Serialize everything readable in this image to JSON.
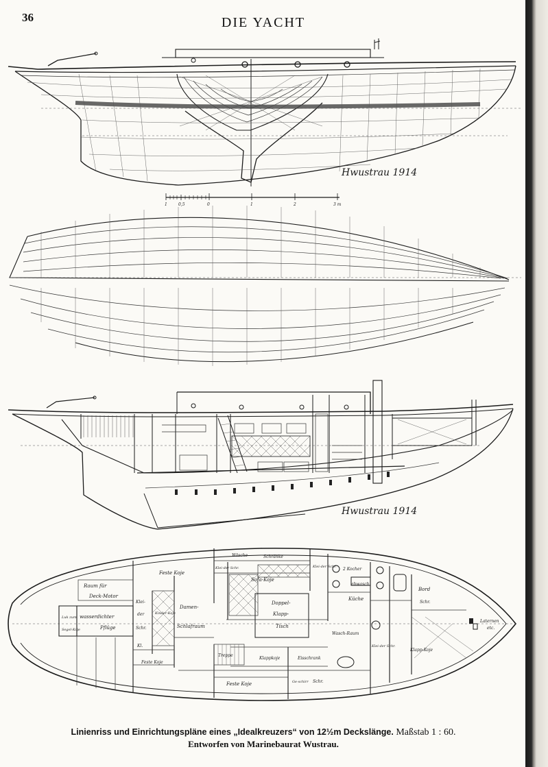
{
  "page": {
    "number": "36",
    "journal": "DIE YACHT"
  },
  "caption": {
    "line1_main": "Linienriss und Einrichtungspläne eines „Idealkreuzers“ von 12",
    "line1_frac": "½",
    "line1_tail": "m Deckslänge.",
    "line1_scale": "Maßstab 1 : 60.",
    "line2": "Entworfen von Marinebaurat Wustrau."
  },
  "signatures": {
    "profile": "Hwustrau 1914",
    "interior": "Hwustrau 1914"
  },
  "scale_bar": {
    "labels": [
      "1",
      "0,5",
      "0",
      "1",
      "2",
      "3 m"
    ]
  },
  "deck_plan": {
    "labels": {
      "raum_fuer": "Raum für",
      "deck_motor": "Deck-Motor",
      "kle_left": "Klei-",
      "der_left": "der",
      "schr_left": "Schr.",
      "kl_bottom": "Kl.",
      "luk_zum": "Luk zum",
      "segel_koje": "Segel-Koje",
      "wasserdichte": "wasserdichter",
      "pfluge": "Pflüge",
      "kinder_koje": "Kinder-Koje",
      "damen": "Damen-",
      "schlafraum": "Schlafraum",
      "feste_koje_top": "Feste Koje",
      "klei_der_schr_a": "Klei-der Schr.",
      "wasche_schr": "Wäsche-",
      "schrank": "Schränke",
      "sofa_koje_top": "Sofa-Koje",
      "doppel": "Doppel-",
      "klapp": "Klapp-",
      "tisch": "Tisch",
      "klei_der_schr_b": "Klei-der Schr.",
      "kocher": "2 Kocher",
      "abwasch": "abwasch",
      "kuche": "Küche",
      "bord": "Bord",
      "schr_bord": "Schr.",
      "laternen": "Laternen",
      "etc": "etc.",
      "wasch_raum": "Wasch-Raum",
      "klei_der_schr_c": "Klei-der Schr.",
      "klappkoje_r": "Klapp-Koje",
      "treppe": "Treppe",
      "klappkoje_c": "Klappkoje",
      "eisschrank": "Eisschrank",
      "feste_koje_bottom": "Feste Koje",
      "feste_koje_top2": "Feste Koje",
      "geschirr": "Ge-schirr",
      "schr_g": "Schr."
    }
  }
}
